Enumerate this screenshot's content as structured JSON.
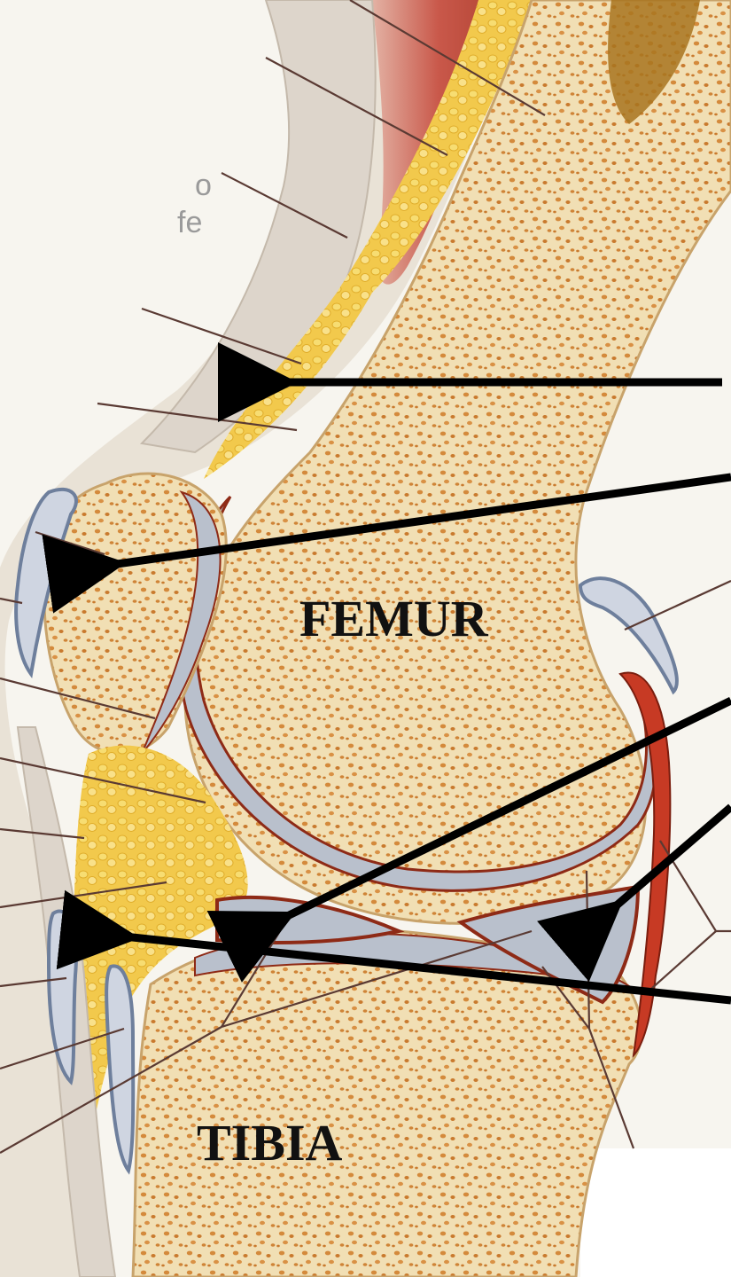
{
  "labels": {
    "femur": "FEMUR",
    "tibia": "TIBIA"
  },
  "faint_text": {
    "line1": "o",
    "line2": "fe"
  },
  "colors": {
    "background": "#f7f5ef",
    "bone": "#f1dfb4",
    "bone_spots": "#d48a3c",
    "cartilage": "#b9c0cc",
    "fat_pad": "#f2c94c",
    "synovium": "#8e2a16",
    "muscle": "#c9584a",
    "tendon": "#d8d0c6",
    "bursa": "#6e7f9c",
    "arrow": "#000000",
    "leader_line": "#5a3a33"
  },
  "icons": {
    "arrow": "arrow-icon"
  }
}
